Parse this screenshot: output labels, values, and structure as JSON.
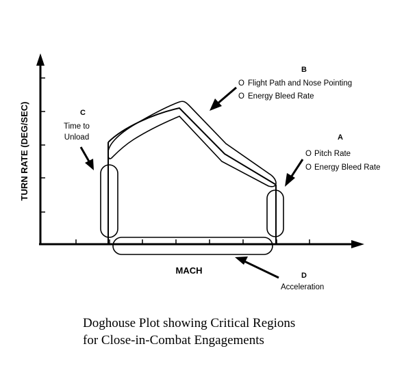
{
  "axes": {
    "y_label": "TURN RATE (DEG/SEC)",
    "x_label": "MACH"
  },
  "regions": {
    "A": {
      "letter": "A",
      "items": [
        "Pitch Rate",
        "Energy Bleed Rate"
      ]
    },
    "B": {
      "letter": "B",
      "items": [
        "Flight Path and Nose Pointing",
        "Energy Bleed Rate"
      ]
    },
    "C": {
      "letter": "C",
      "lines": [
        "Time to",
        "Unload"
      ]
    },
    "D": {
      "letter": "D",
      "text": "Acceleration"
    }
  },
  "caption": {
    "line1": "Doghouse Plot showing Critical Regions",
    "line2": "for Close-in-Combat Engagements"
  },
  "bullet_symbol": "O"
}
